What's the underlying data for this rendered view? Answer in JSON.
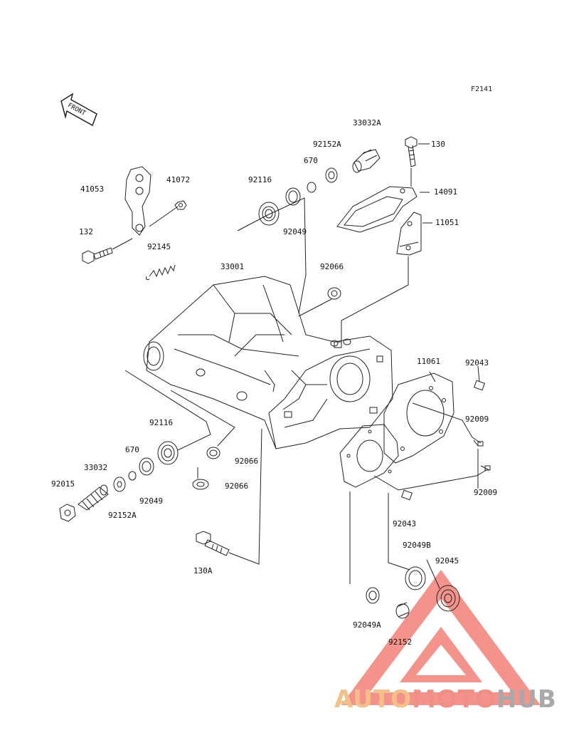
{
  "figure_code": "F2141",
  "front_label": "FRONT",
  "watermark": {
    "part1": "AUTO",
    "part2": "MOTO",
    "part3": "HUB",
    "colors": {
      "auto": "#f3c089",
      "moto": "#ef8f86",
      "hub": "#a9a9a9",
      "triangle": "#ef6f66"
    }
  },
  "parts": [
    {
      "id": "p33032A",
      "label": "33032A"
    },
    {
      "id": "p130",
      "label": "130"
    },
    {
      "id": "p92152A_top",
      "label": "92152A"
    },
    {
      "id": "p670_top",
      "label": "670"
    },
    {
      "id": "p92116_top",
      "label": "92116"
    },
    {
      "id": "p14091",
      "label": "14091"
    },
    {
      "id": "p41053",
      "label": "41053"
    },
    {
      "id": "p41072",
      "label": "41072"
    },
    {
      "id": "p11051",
      "label": "11051"
    },
    {
      "id": "p92049_top",
      "label": "92049"
    },
    {
      "id": "p132",
      "label": "132"
    },
    {
      "id": "p92145",
      "label": "92145"
    },
    {
      "id": "p33001",
      "label": "33001"
    },
    {
      "id": "p92066_top",
      "label": "92066"
    },
    {
      "id": "p11061",
      "label": "11061"
    },
    {
      "id": "p92043_top",
      "label": "92043"
    },
    {
      "id": "p92009_a",
      "label": "92009"
    },
    {
      "id": "p92116_bot",
      "label": "92116"
    },
    {
      "id": "p670_bot",
      "label": "670"
    },
    {
      "id": "p33032",
      "label": "33032"
    },
    {
      "id": "p92066_mid",
      "label": "92066"
    },
    {
      "id": "p92015",
      "label": "92015"
    },
    {
      "id": "p92066_bot",
      "label": "92066"
    },
    {
      "id": "p92009_b",
      "label": "92009"
    },
    {
      "id": "p92049_bot",
      "label": "92049"
    },
    {
      "id": "p92152A_bot",
      "label": "92152A"
    },
    {
      "id": "p92043_bot",
      "label": "92043"
    },
    {
      "id": "p130A",
      "label": "130A"
    },
    {
      "id": "p92049B",
      "label": "92049B"
    },
    {
      "id": "p92045",
      "label": "92045"
    },
    {
      "id": "p92049A",
      "label": "92049A"
    },
    {
      "id": "p92152",
      "label": "92152"
    }
  ]
}
